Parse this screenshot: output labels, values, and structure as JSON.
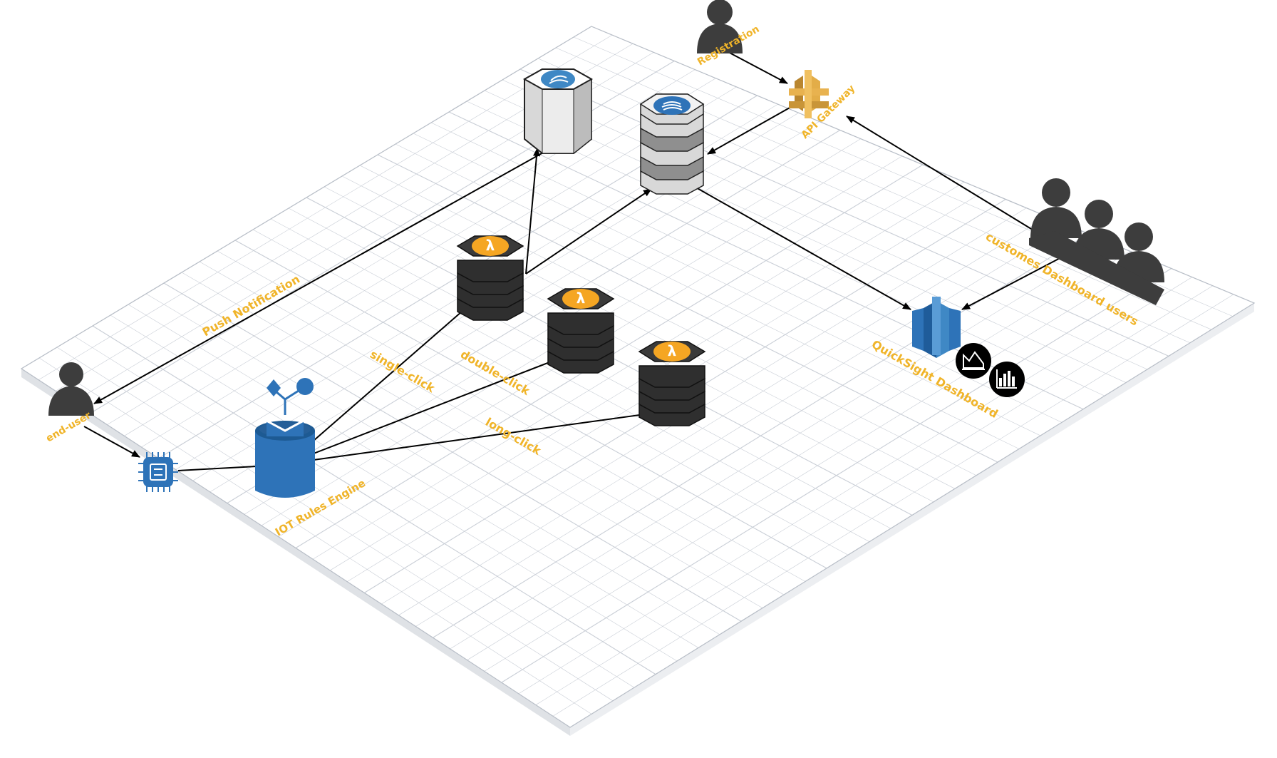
{
  "diagram": {
    "colors": {
      "label": "#f0b429",
      "grid_line": "#c9ced6",
      "aws_blue": "#2e73b8",
      "lambda_dark": "#2f2f2f",
      "lambda_orange": "#f5a623",
      "storage_grey": "#d8d8d8",
      "gateway_gold": "#d9a441",
      "person": "#3d3d3d"
    },
    "nodes": {
      "registration": {
        "label": "Registration",
        "icon": "person-icon"
      },
      "api_gateway": {
        "label": "API Gateway",
        "icon": "api-gateway-icon"
      },
      "sns_store": {
        "label": "",
        "icon": "notification-service-icon"
      },
      "dynamo_store": {
        "label": "",
        "icon": "database-stack-icon"
      },
      "lambda_single": {
        "label": "",
        "icon": "lambda-icon"
      },
      "lambda_double": {
        "label": "",
        "icon": "lambda-icon"
      },
      "lambda_long": {
        "label": "",
        "icon": "lambda-icon"
      },
      "end_user": {
        "label": "end-user",
        "icon": "person-icon"
      },
      "iot_button": {
        "label": "",
        "icon": "iot-chip-icon"
      },
      "iot_rules_engine": {
        "label": "IOT Rules Engine",
        "icon": "iot-rules-engine-icon"
      },
      "quicksight": {
        "label": "QuickSight Dashboard",
        "icon": "redshift-icon"
      },
      "dashboard_users": {
        "label": "customes Dashboard users",
        "icon": "people-group-icon"
      }
    },
    "edge_labels": {
      "push_notification": "Push Notification",
      "single_click": "single-click",
      "double_click": "double-click",
      "long_click": "long-click"
    }
  }
}
